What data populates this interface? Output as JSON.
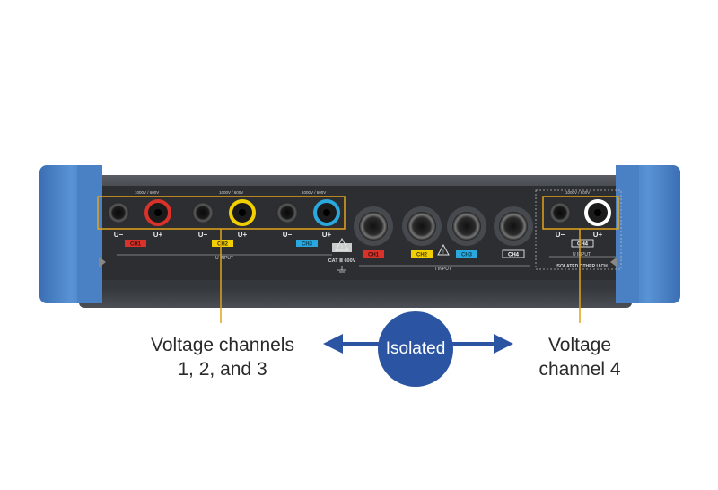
{
  "device": {
    "u_minus": "U−",
    "u_plus": "U+",
    "voltage_rating": "1000V / 600V",
    "channels_u": [
      "CH1",
      "CH2",
      "CH3"
    ],
    "ch4_u": "CH4",
    "u_input_label": "U INPUT",
    "i_input_label": "I INPUT",
    "cat_label": "CAT Ⅲ 600V",
    "i_channels": [
      "CH1",
      "CH2",
      "CH3",
      "CH4"
    ],
    "isolated_note": "ISOLATED OTHER U CH",
    "colors": {
      "body": "#3a3d42",
      "bumper": "#4f88cc",
      "accent_orange": "#e3a21a",
      "ch1": "#d8322a",
      "ch2": "#f2cf00",
      "ch3": "#2aa7dc",
      "ch4": "#ffffff"
    }
  },
  "diagram": {
    "left_callout_line1": "Voltage channels",
    "left_callout_line2": "1, 2, and 3",
    "right_callout_line1": "Voltage",
    "right_callout_line2": "channel 4",
    "center_label": "Isolated",
    "arrow_color": "#2b55a2"
  }
}
